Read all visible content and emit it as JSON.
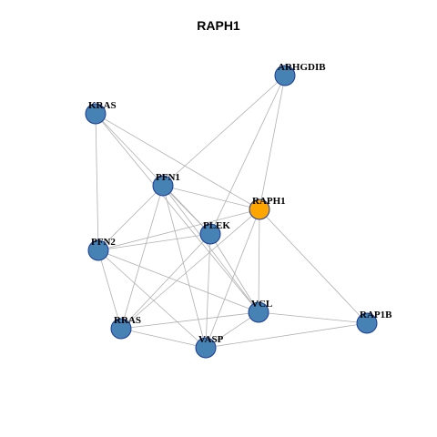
{
  "title": "RAPH1",
  "colors": {
    "node_default": "#4682b4",
    "node_highlight": "#ffa500",
    "node_border": "#1a3a9a",
    "edge": "#b0b0b0"
  },
  "nodes": [
    {
      "id": "ARHGDIB",
      "label": "ARHGDIB",
      "highlight": false
    },
    {
      "id": "KRAS",
      "label": "KRAS",
      "highlight": false
    },
    {
      "id": "PFN1",
      "label": "PFN1",
      "highlight": false
    },
    {
      "id": "RAPH1",
      "label": "RAPH1",
      "highlight": true
    },
    {
      "id": "PLEK",
      "label": "PLEK",
      "highlight": false
    },
    {
      "id": "PFN2",
      "label": "PFN2",
      "highlight": false
    },
    {
      "id": "VCL",
      "label": "VCL",
      "highlight": false
    },
    {
      "id": "RAP1B",
      "label": "RAP1B",
      "highlight": false
    },
    {
      "id": "RRAS",
      "label": "RRAS",
      "highlight": false
    },
    {
      "id": "VASP",
      "label": "VASP",
      "highlight": false
    }
  ],
  "edges": [
    [
      "ARHGDIB",
      "PFN1"
    ],
    [
      "ARHGDIB",
      "PLEK"
    ],
    [
      "ARHGDIB",
      "RAPH1"
    ],
    [
      "KRAS",
      "PFN2"
    ],
    [
      "KRAS",
      "RAPH1"
    ],
    [
      "KRAS",
      "PLEK"
    ],
    [
      "KRAS",
      "VCL"
    ],
    [
      "PFN1",
      "RAPH1"
    ],
    [
      "PFN1",
      "PFN2"
    ],
    [
      "PFN1",
      "RRAS"
    ],
    [
      "PFN1",
      "VASP"
    ],
    [
      "PFN1",
      "VCL"
    ],
    [
      "PFN1",
      "PLEK"
    ],
    [
      "RAPH1",
      "PFN2"
    ],
    [
      "RAPH1",
      "RAP1B"
    ],
    [
      "RAPH1",
      "VCL"
    ],
    [
      "RAPH1",
      "VASP"
    ],
    [
      "RAPH1",
      "RRAS"
    ],
    [
      "PLEK",
      "PFN2"
    ],
    [
      "PLEK",
      "RRAS"
    ],
    [
      "PLEK",
      "VASP"
    ],
    [
      "PLEK",
      "VCL"
    ],
    [
      "PFN2",
      "VCL"
    ],
    [
      "PFN2",
      "RRAS"
    ],
    [
      "PFN2",
      "VASP"
    ],
    [
      "VCL",
      "RRAS"
    ],
    [
      "VCL",
      "VASP"
    ],
    [
      "VCL",
      "RAP1B"
    ],
    [
      "RRAS",
      "VASP"
    ],
    [
      "VASP",
      "RAP1B"
    ]
  ]
}
